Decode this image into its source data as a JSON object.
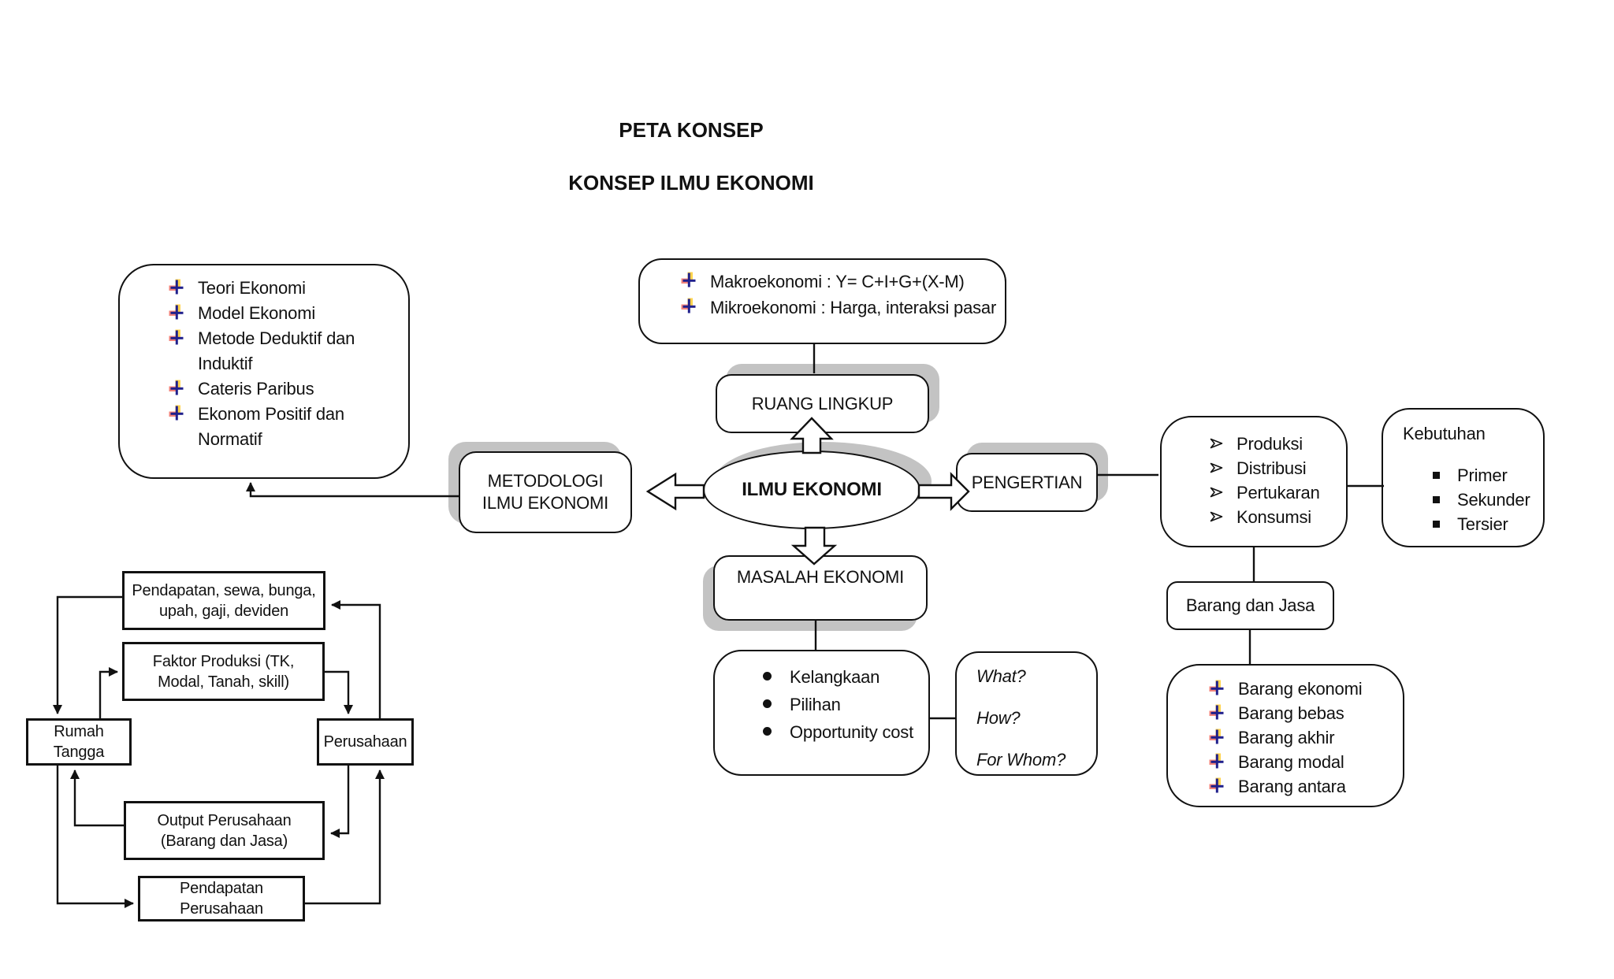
{
  "page": {
    "title_line1": "PETA KONSEP",
    "title_line2": "KONSEP ILMU EKONOMI"
  },
  "center": {
    "label": "ILMU EKONOMI"
  },
  "branches": {
    "ruang_lingkup": {
      "label": "RUANG LINGKUP",
      "detail_items": [
        "Makroekonomi : Y= C+I+G+(X-M)",
        "Mikroekonomi :  Harga, interaksi pasar"
      ]
    },
    "metodologi": {
      "label": "METODOLOGI ILMU EKONOMI",
      "detail_items": [
        "Teori Ekonomi",
        "Model Ekonomi",
        "Metode Deduktif dan Induktif",
        "Cateris Paribus",
        "Ekonom Positif dan Normatif"
      ]
    },
    "pengertian": {
      "label": "PENGERTIAN",
      "activity_items": [
        "Produksi",
        "Distribusi",
        "Pertukaran",
        "Konsumsi"
      ],
      "kebutuhan": {
        "title": "Kebutuhan",
        "items": [
          "Primer",
          "Sekunder",
          "Tersier"
        ]
      },
      "barang_dan_jasa_label": "Barang dan Jasa",
      "barang_items": [
        "Barang ekonomi",
        "Barang bebas",
        "Barang akhir",
        "Barang modal",
        "Barang antara"
      ]
    },
    "masalah": {
      "label": "MASALAH EKONOMI",
      "problem_items": [
        "Kelangkaan",
        "Pilihan",
        "Opportunity cost"
      ],
      "question_items": [
        "What?",
        "How?",
        "For Whom?"
      ]
    }
  },
  "circular_flow": {
    "pendapatan": "Pendapatan, sewa, bunga, upah, gaji, deviden",
    "faktor_produksi": "Faktor Produksi (TK, Modal, Tanah, skill)",
    "rumah_tangga": "Rumah Tangga",
    "perusahaan": "Perusahaan",
    "output_perusahaan": "Output Perusahaan (Barang dan Jasa)",
    "pendapatan_perusahaan": "Pendapatan Perusahaan"
  },
  "colors": {
    "stroke": "#111111",
    "shadow": "#c3c3c3",
    "bullet_navy": "#20208c",
    "bullet_yellow": "#ffd34d",
    "bullet_red": "#f2837b"
  }
}
